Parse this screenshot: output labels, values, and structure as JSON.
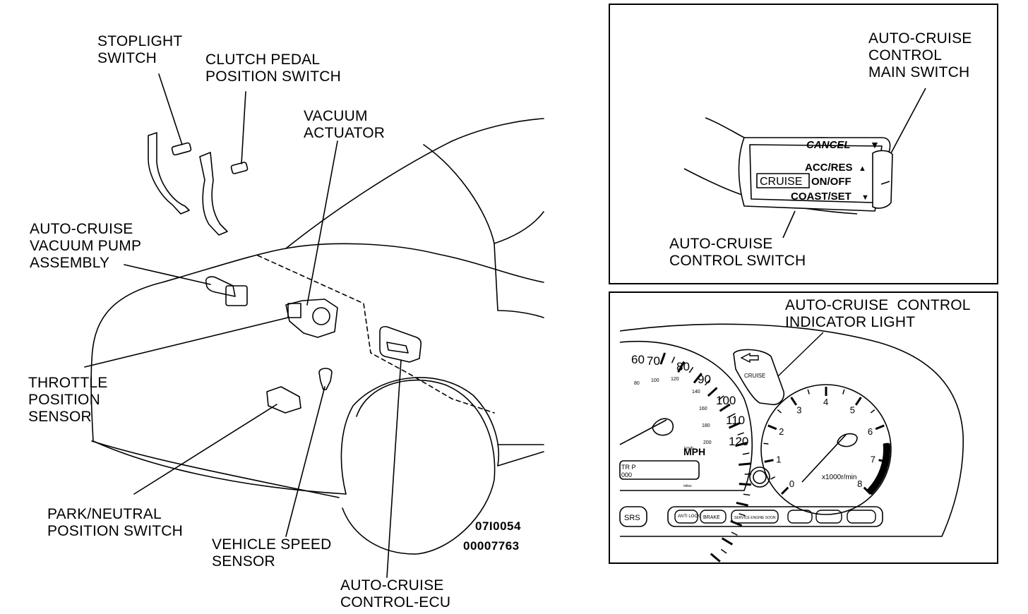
{
  "labels": {
    "stoplight_switch": "STOPLIGHT\nSWITCH",
    "clutch_pedal_switch": "CLUTCH PEDAL\nPOSITION SWITCH",
    "vacuum_actuator": "VACUUM\nACTUATOR",
    "vacuum_pump": "AUTO-CRUISE\nVACUUM PUMP\nASSEMBLY",
    "throttle_sensor": "THROTTLE\nPOSITION\nSENSOR",
    "park_neutral_switch": "PARK/NEUTRAL\nPOSITION SWITCH",
    "vehicle_speed_sensor": "VEHICLE SPEED\nSENSOR",
    "cruise_ecu": "AUTO-CRUISE\nCONTROL-ECU",
    "main_switch": "AUTO-CRUISE\nCONTROL\nMAIN SWITCH",
    "control_switch": "AUTO-CRUISE\nCONTROL SWITCH",
    "indicator_light": "AUTO-CRUISE  CONTROL\nINDICATOR LIGHT"
  },
  "codes": {
    "figure_code": "07I0054",
    "doc_code": "00007763"
  },
  "switch_face": {
    "cancel": "CANCEL",
    "acc_res": "ACC/RES",
    "cruise": "CRUISE",
    "on_off": "ON/OFF",
    "coast_set": "COAST/SET"
  },
  "cluster": {
    "speed_ticks": [
      "60",
      "70",
      "80",
      "90",
      "100",
      "110",
      "120"
    ],
    "kmh_ticks": [
      "80",
      "100",
      "120",
      "140",
      "160",
      "180",
      "200"
    ],
    "speed_unit": "MPH",
    "kmh_unit": "km/h",
    "tach_ticks": [
      "0",
      "1",
      "2",
      "3",
      "4",
      "5",
      "6",
      "7",
      "8"
    ],
    "tach_unit": "x1000r/min",
    "cruise_lamp": "CRUISE",
    "odo_text_1": "TR P",
    "odo_text_2": "000",
    "odo_unit": "miles",
    "warning_lamps": [
      "SRS",
      "ANTI LOCK",
      "BRAKE",
      "SERVICE ENGINE SOON"
    ]
  }
}
